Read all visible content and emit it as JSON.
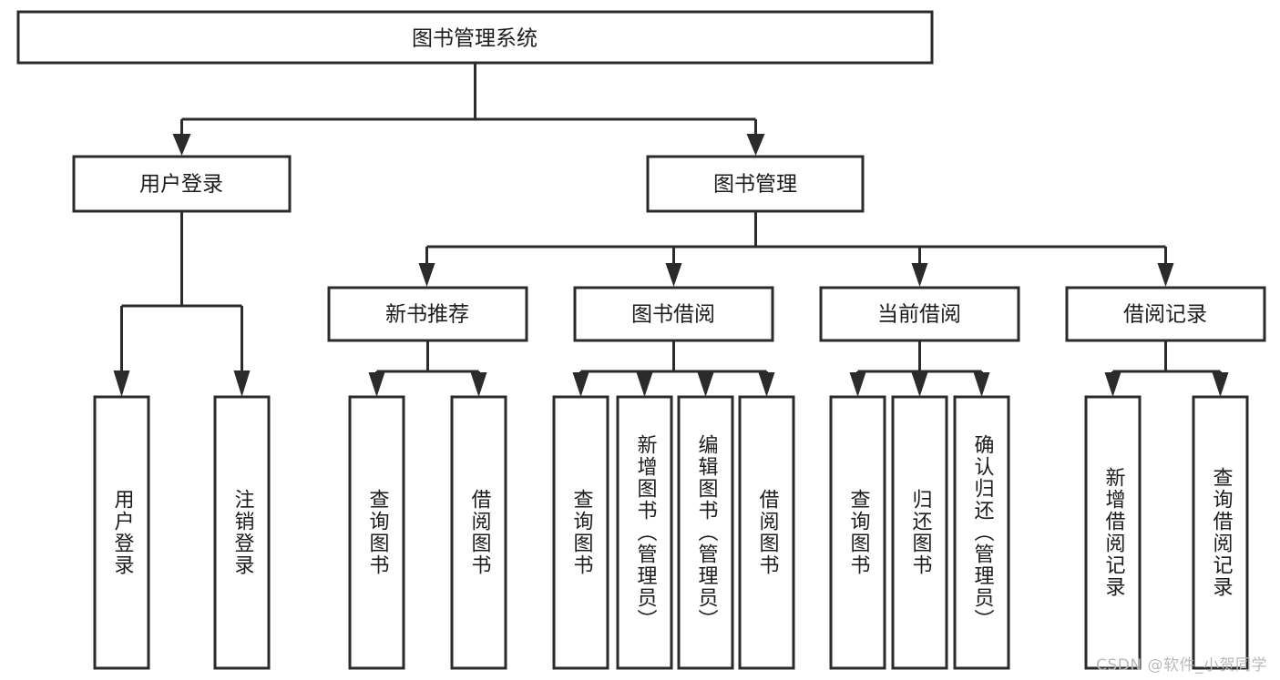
{
  "diagram": {
    "type": "tree-hierarchy-chart",
    "title": "图书管理系统",
    "watermark": "CSDN @软件_小贺同学",
    "colors": {
      "stroke": "#2b2b2b",
      "fill": "#ffffff",
      "text": "#1c1c1c",
      "watermark": "#b9b9b9"
    },
    "root": {
      "label": "图书管理系统"
    },
    "level2": [
      {
        "label": "用户登录"
      },
      {
        "label": "图书管理"
      }
    ],
    "level3": [
      {
        "label": "新书推荐"
      },
      {
        "label": "图书借阅"
      },
      {
        "label": "当前借阅"
      },
      {
        "label": "借阅记录"
      }
    ],
    "leaves": {
      "user_login": [
        {
          "label": "用户登录"
        },
        {
          "label": "注销登录"
        }
      ],
      "new_book_recommend": [
        {
          "label": "查询图书"
        },
        {
          "label": "借阅图书"
        }
      ],
      "book_borrow": [
        {
          "label": "查询图书"
        },
        {
          "label": "新增图书（管理员）"
        },
        {
          "label": "编辑图书（管理员）"
        },
        {
          "label": "借阅图书"
        }
      ],
      "current_borrow": [
        {
          "label": "查询图书"
        },
        {
          "label": "归还图书"
        },
        {
          "label": "确认归还（管理员）"
        }
      ],
      "borrow_record": [
        {
          "label": "新增借阅记录"
        },
        {
          "label": "查询借阅记录"
        }
      ]
    }
  }
}
